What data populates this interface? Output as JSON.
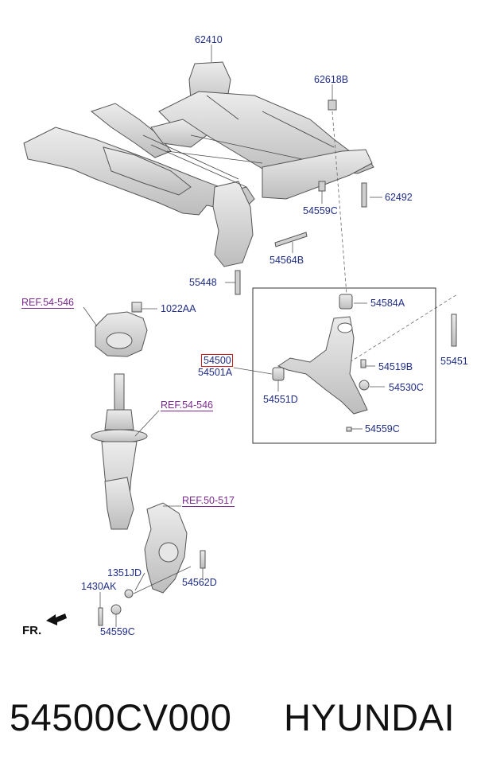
{
  "diagram": {
    "part_labels": {
      "p62410": "62410",
      "p62618B": "62618B",
      "p62492": "62492",
      "p54559C_top": "54559C",
      "p54564B": "54564B",
      "p55448": "55448",
      "p54584A": "54584A",
      "p54500": "54500",
      "p54501A": "54501A",
      "p54519B": "54519B",
      "p54530C": "54530C",
      "p54551D": "54551D",
      "p54559C_mid": "54559C",
      "p55451": "55451",
      "p1022AA": "1022AA",
      "p1351JD": "1351JD",
      "p1430AK": "1430AK",
      "p54562D": "54562D",
      "p54559C_bot": "54559C"
    },
    "ref_labels": {
      "ref_top_left": "REF.54-546",
      "ref_strut": "REF.54-546",
      "ref_knuckle": "REF.50-517"
    },
    "direction_label": "FR."
  },
  "caption": {
    "part_number": "54500CV000",
    "brand": "HYUNDAI"
  },
  "colors": {
    "label": "#1f2d86",
    "ref": "#7b2a8f",
    "highlight": "#d21e1e",
    "part_fill": "#d9d9d9",
    "part_stroke": "#555555"
  }
}
